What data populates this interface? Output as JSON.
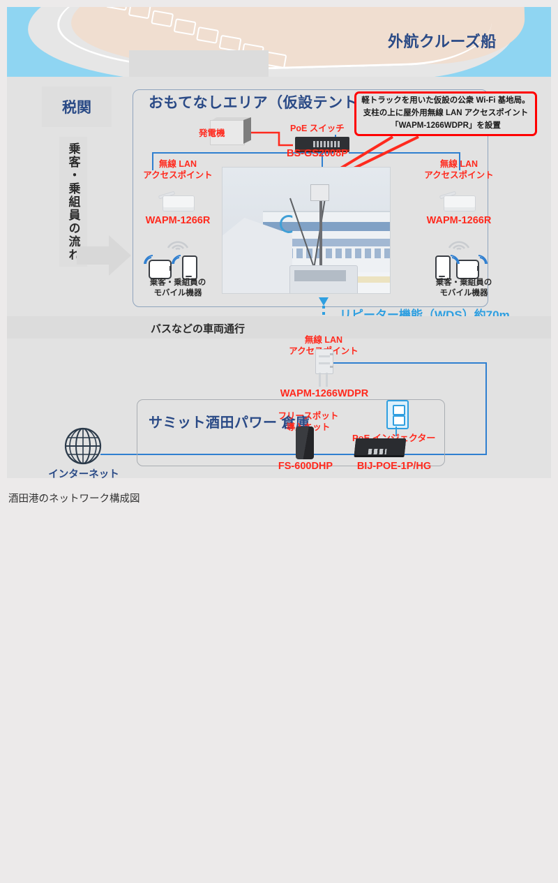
{
  "caption": "酒田港のネットワーク構成図",
  "sea": {
    "ship_label": "外航クルーズ船"
  },
  "left_column": {
    "customs": "税関",
    "flow": "乗客・乗組員の流れ"
  },
  "tent_area": {
    "title": "おもてなしエリア（仮設テント）",
    "callout": "軽トラックを用いた仮設の公衆 Wi-Fi 基地局。支柱の上に屋外用無線 LAN アクセスポイント「WAPM-1266WDPR」を設置",
    "generator": "発電機",
    "poe_switch_label": "PoE スイッチ",
    "poe_switch_model": "BS-GS2008P",
    "ap_left": {
      "title": "無線 LAN\nアクセスポイント",
      "title_line1": "無線 LAN",
      "title_line2": "アクセスポイント",
      "model": "WAPM-1266R",
      "devices_line1": "乗客・乗組員の",
      "devices_line2": "モバイル機器"
    },
    "ap_right": {
      "title_line1": "無線 LAN",
      "title_line2": "アクセスポイント",
      "model": "WAPM-1266R",
      "devices_line1": "乗客・乗組員の",
      "devices_line2": "モバイル機器"
    }
  },
  "road": {
    "label": "バスなどの車両通行"
  },
  "wds": {
    "label": "リピーター機能（WDS）約70m",
    "ap_title_line1": "無線 LAN",
    "ap_title_line2": "アクセスポイント",
    "ap_model": "WAPM-1266WDPR"
  },
  "warehouse": {
    "title": "サミット酒田パワー 倉庫",
    "freespot_line1": "フリースポット",
    "freespot_line2": "導入キット",
    "freespot_model": "FS-600DHP",
    "injector_label": "PoE インジェクター",
    "injector_model": "BIJ-POE-1P/HG"
  },
  "internet": {
    "label": "インターネット"
  },
  "colors": {
    "red": "#ff2a1e",
    "navy": "#2a4a86",
    "cable_blue": "#2f7fd0",
    "wds_blue": "#2f9fe0",
    "sea_blue": "#8fd5f2",
    "deck_beige": "#f0ded0"
  }
}
